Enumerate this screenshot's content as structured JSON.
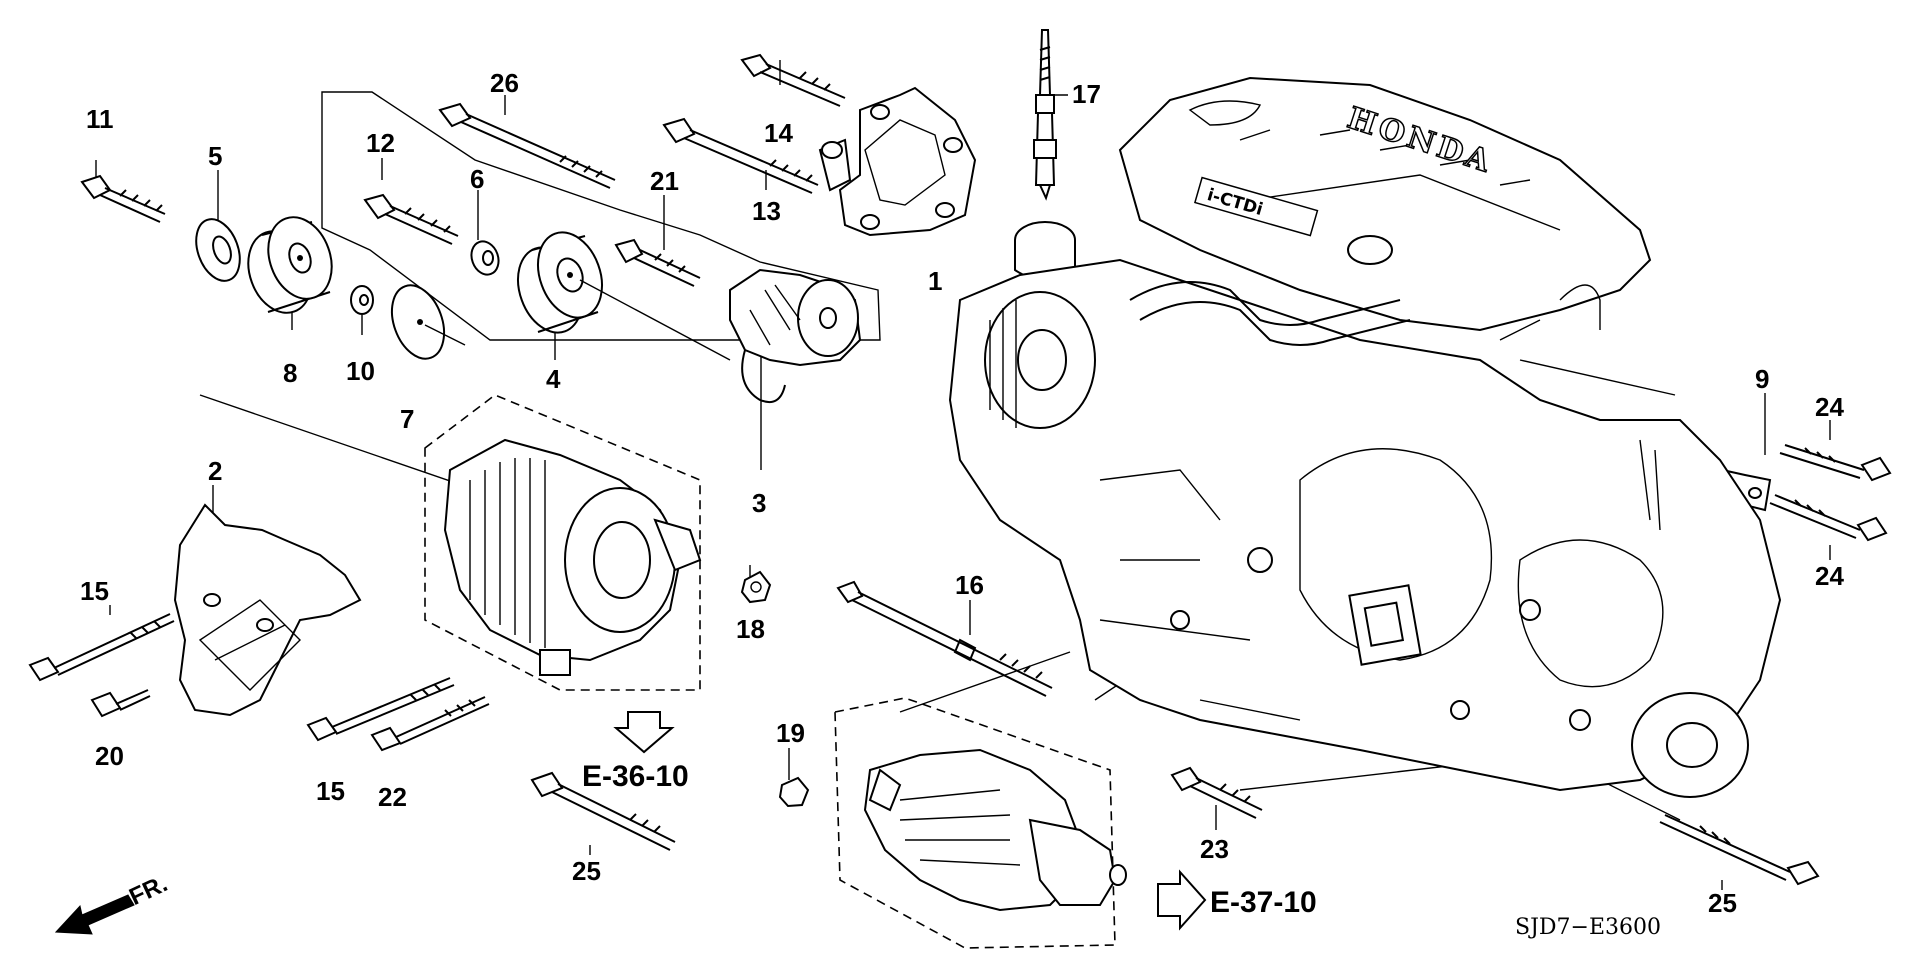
{
  "diagram": {
    "callouts": {
      "c1": "1",
      "c2": "2",
      "c3": "3",
      "c4": "4",
      "c5": "5",
      "c6": "6",
      "c7": "7",
      "c8": "8",
      "c9": "9",
      "c10": "10",
      "c11": "11",
      "c12": "12",
      "c13": "13",
      "c14": "14",
      "c15a": "15",
      "c15b": "15",
      "c16": "16",
      "c17": "17",
      "c18": "18",
      "c19": "19",
      "c20": "20",
      "c21": "21",
      "c22": "22",
      "c23": "23",
      "c24a": "24",
      "c24b": "24",
      "c25a": "25",
      "c25b": "25",
      "c26": "26"
    },
    "references": {
      "alternator_ref": "E-36-10",
      "starter_ref": "E-37-10"
    },
    "direction_label": "FR.",
    "diagram_code": "SJD7−E3600",
    "engine_cover_brand": "HONDA",
    "engine_cover_badge": "i-CTDi"
  }
}
